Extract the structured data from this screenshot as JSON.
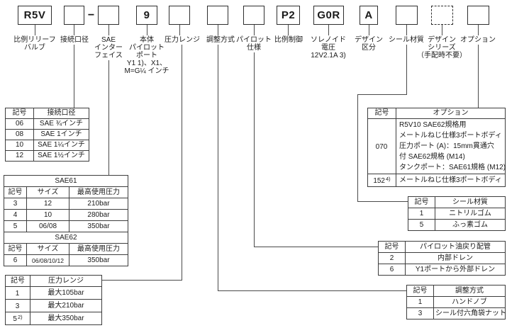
{
  "colors": {
    "ink": "#1a1a1a",
    "line": "#4a4a4a",
    "border": "#3d3d3d",
    "background": "#ffffff"
  },
  "model_code": {
    "separator": "−",
    "boxes": [
      {
        "code": "R5V",
        "label_lines": [
          "比例リリーフ",
          "バルブ"
        ]
      },
      {
        "code": "",
        "label_lines": [
          "接続口径"
        ]
      },
      {
        "code": "",
        "label_lines": [
          "SAE",
          "インター",
          "フェイス"
        ]
      },
      {
        "code": "9",
        "label_lines": [
          "本体",
          "パイロット",
          "ポート",
          "Y1 1)、X1、",
          "M=G¼ インチ"
        ]
      },
      {
        "code": "",
        "label_lines": [
          "圧力レンジ"
        ]
      },
      {
        "code": "",
        "label_lines": [
          "調整方式"
        ]
      },
      {
        "code": "",
        "label_lines": [
          "パイロット",
          "仕様"
        ]
      },
      {
        "code": "P2",
        "label_lines": [
          "比例制御"
        ]
      },
      {
        "code": "G0R",
        "label_lines": [
          "ソレノイド",
          "電圧",
          "12V2.1A 3)"
        ]
      },
      {
        "code": "A",
        "label_lines": [
          "デザイン",
          "区分"
        ]
      },
      {
        "code": "",
        "label_lines": [
          "シール材質"
        ]
      },
      {
        "code": "",
        "label_lines": [
          "デザイン",
          "シリーズ",
          "（手配時不要）"
        ]
      },
      {
        "code": "",
        "label_lines": [
          "オプション"
        ]
      }
    ]
  },
  "tables": {
    "port_size": {
      "headers": [
        "記号",
        "接続口径"
      ],
      "rows": [
        [
          "06",
          "SAE ¾インチ"
        ],
        [
          "08",
          "SAE 1インチ"
        ],
        [
          "10",
          "SAE 1¼インチ"
        ],
        [
          "12",
          "SAE 1½インチ"
        ]
      ]
    },
    "sae_interface": {
      "group1": "SAE61",
      "headers": [
        "記号",
        "サイズ",
        "最高使用圧力"
      ],
      "rows1": [
        [
          "3",
          "12",
          "210bar"
        ],
        [
          "4",
          "10",
          "280bar"
        ],
        [
          "5",
          "06/08",
          "350bar"
        ]
      ],
      "group2": "SAE62",
      "rows2": [
        [
          "6",
          "06/08/10/12",
          "350bar"
        ]
      ]
    },
    "pressure_range": {
      "headers": [
        "記号",
        "圧力レンジ"
      ],
      "rows": [
        {
          "sym": "1",
          "note": "",
          "val": "最大105bar"
        },
        {
          "sym": "3",
          "note": "",
          "val": "最大210bar"
        },
        {
          "sym": "5",
          "note": "2)",
          "val": "最大350bar"
        }
      ]
    },
    "options": {
      "headers": [
        "記号",
        "オプション"
      ],
      "rows": [
        {
          "sym": "070",
          "note": "",
          "lines": [
            "R5V10 SAE62規格用",
            "メートルねじ仕様3ポートボディ",
            "圧力ポート (A)：15mm貫通穴",
            "付 SAE62規格 (M14)",
            "タンクポート：SAE61規格 (M12)"
          ]
        },
        {
          "sym": "152",
          "note": "4)",
          "lines": [
            "メートルねじ仕様3ポートボディ"
          ]
        }
      ]
    },
    "seal_material": {
      "headers": [
        "記号",
        "シール材質"
      ],
      "rows": [
        [
          "1",
          "ニトリルゴム"
        ],
        [
          "5",
          "ふっ素ゴム"
        ]
      ]
    },
    "pilot_drain": {
      "headers": [
        "記号",
        "パイロット油戻り配管"
      ],
      "rows": [
        [
          "2",
          "内部ドレン"
        ],
        [
          "6",
          "Y1ポートから外部ドレン"
        ]
      ]
    },
    "adjustment": {
      "headers": [
        "記号",
        "調整方式"
      ],
      "rows": [
        [
          "1",
          "ハンドノブ"
        ],
        [
          "3",
          "シール付六角袋ナット"
        ]
      ]
    }
  }
}
